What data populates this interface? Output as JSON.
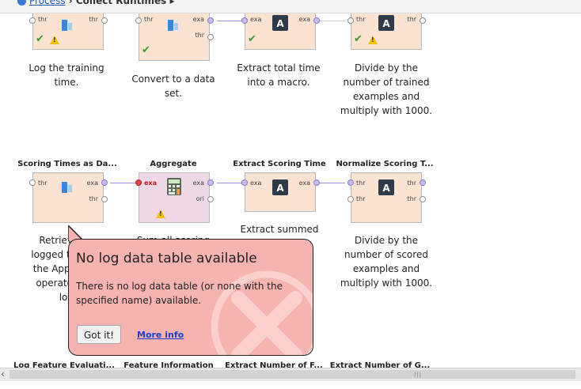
{
  "breadcrumb": {
    "process_link": "Process",
    "separator": "›",
    "current": "Collect Runtimes",
    "chevron": "▸"
  },
  "colors": {
    "operator_bg": "#fbe3d2",
    "aggregate_bg": "#f0d9e6",
    "popup_bg": "#f6b4b0",
    "port_purple": "#c7bef0",
    "port_error": "#e64545",
    "link": "#1a3fcc"
  },
  "row1": [
    {
      "ports_in": [
        "thr"
      ],
      "ports_out": [
        "thr"
      ],
      "caption": [
        "Log the training",
        "time."
      ],
      "icon": "log-icon",
      "status": [
        "ok",
        "warning"
      ]
    },
    {
      "ports_in": [
        "thr"
      ],
      "ports_out": [
        "exa",
        "thr"
      ],
      "caption": [
        "Convert to a data",
        "set."
      ],
      "icon": "log-to-data-icon",
      "status": [
        "ok"
      ]
    },
    {
      "ports_in": [
        "exa"
      ],
      "ports_out": [
        "exa"
      ],
      "caption": [
        "Extract total time",
        "into a macro."
      ],
      "icon": "extract-macro-icon",
      "status": [
        "ok"
      ]
    },
    {
      "ports_in": [
        "thr"
      ],
      "ports_out": [
        "thr"
      ],
      "caption": [
        "Divide by the",
        "number of trained",
        "examples and",
        "multiply with 1000."
      ],
      "icon": "macro-icon",
      "status": [
        "ok",
        "warning"
      ]
    }
  ],
  "row2": [
    {
      "title": "Scoring Times as Da...",
      "ports_in": [
        "thr"
      ],
      "ports_out": [
        "exa",
        "thr"
      ],
      "caption": [
        "Retriev",
        "logged ti",
        "the Appl",
        "operato",
        "loc"
      ],
      "icon": "log-to-data-icon"
    },
    {
      "title": "Aggregate",
      "ports_in": [
        "exa"
      ],
      "ports_out": [
        "exa",
        "ori"
      ],
      "caption": [
        "Sum all scoring"
      ],
      "icon": "calculator-icon",
      "status": [
        "warning"
      ]
    },
    {
      "title": "Extract Scoring Time",
      "ports_in": [
        "exa"
      ],
      "ports_out": [
        "exa"
      ],
      "caption": [
        "Extract summed"
      ],
      "icon": "extract-macro-icon"
    },
    {
      "title": "Normalize Scoring T...",
      "ports_in": [
        "thr",
        "thr"
      ],
      "ports_out": [
        "thr",
        "thr"
      ],
      "caption": [
        "Divide by the",
        "number of scored",
        "examples and",
        "multiply with 1000."
      ],
      "icon": "macro-icon"
    }
  ],
  "row3_titles": [
    "Log Feature Evaluati...",
    "Feature Information",
    "Extract Number of F...",
    "Extract Number of G..."
  ],
  "popup": {
    "title": "No log data table available",
    "body": "There is no log data table (or none with the specified name) available.",
    "button": "Got it!",
    "link": "More info"
  }
}
